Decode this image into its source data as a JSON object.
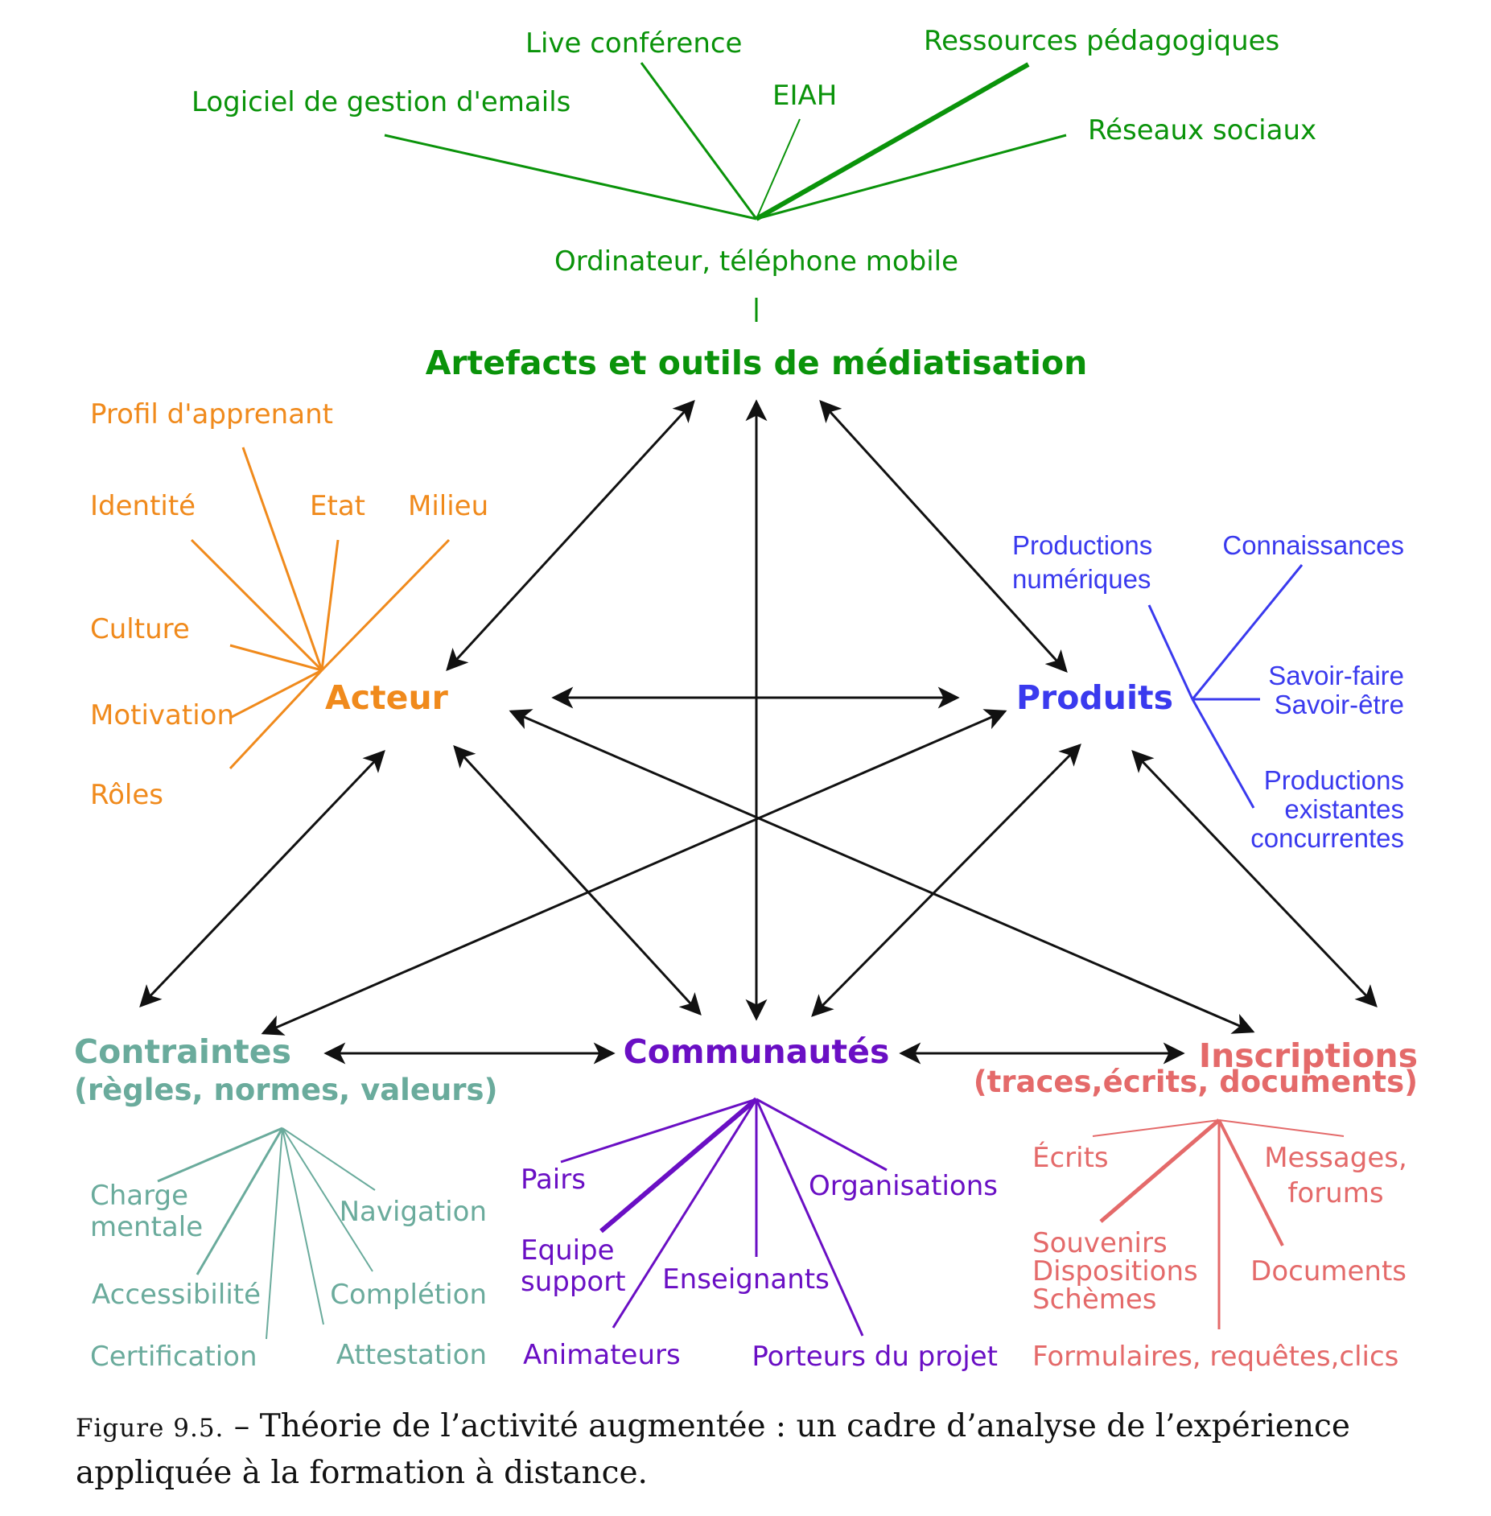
{
  "diagram": {
    "nodes": {
      "artefacts": "Artefacts et outils de médiatisation",
      "acteur": "Acteur",
      "produits": "Produits",
      "contraintes": "Contraintes",
      "contraintes_sub": "(règles, normes, valeurs)",
      "communautes": "Communautés",
      "inscriptions": "Inscriptions",
      "inscriptions_sub": "(traces,écrits, documents)"
    },
    "artefacts_items": {
      "device": "Ordinateur, téléphone mobile",
      "emails": "Logiciel de gestion d'emails",
      "live": "Live conférence",
      "eiah": "EIAH",
      "ressources": "Ressources pédagogiques",
      "reseaux": "Réseaux sociaux"
    },
    "acteur_items": {
      "profil": "Profil d'apprenant",
      "identite": "Identité",
      "etat": "Etat",
      "milieu": "Milieu",
      "culture": "Culture",
      "motivation": "Motivation",
      "roles": "Rôles"
    },
    "produits_items": {
      "prod_num_1": "Productions",
      "prod_num_2": "numériques",
      "connaissances": "Connaissances",
      "savoir_faire": "Savoir-faire",
      "savoir_etre": "Savoir-être",
      "prod_ex_1": "Productions",
      "prod_ex_2": "existantes",
      "prod_ex_3": "concurrentes"
    },
    "contraintes_items": {
      "charge_1": "Charge",
      "charge_2": "mentale",
      "navigation": "Navigation",
      "accessibilite": "Accessibilité",
      "completion": "Complétion",
      "certification": "Certification",
      "attestation": "Attestation"
    },
    "communautes_items": {
      "pairs": "Pairs",
      "organisations": "Organisations",
      "equipe_1": "Equipe",
      "equipe_2": "support",
      "enseignants": "Enseignants",
      "animateurs": "Animateurs",
      "porteurs": "Porteurs du projet"
    },
    "inscriptions_items": {
      "ecrits": "Écrits",
      "messages_1": "Messages,",
      "messages_2": "forums",
      "souvenirs": "Souvenirs",
      "dispositions": "Dispositions",
      "schemes": "Schèmes",
      "documents": "Documents",
      "formulaires": "Formulaires, requêtes,clics"
    }
  },
  "caption": {
    "label": "Figure 9.5.",
    "line1": " – Théorie de l’activité augmentée : un cadre d’analyse de l’expérience",
    "line2": "appliquée à la formation à distance."
  },
  "colors": {
    "artefacts": "#0a930a",
    "acteur": "#f08a1c",
    "produits": "#3a3aee",
    "contraintes": "#6aab9c",
    "communautes": "#6a0fc4",
    "inscriptions": "#e46a6a",
    "arrows": "#111111"
  }
}
